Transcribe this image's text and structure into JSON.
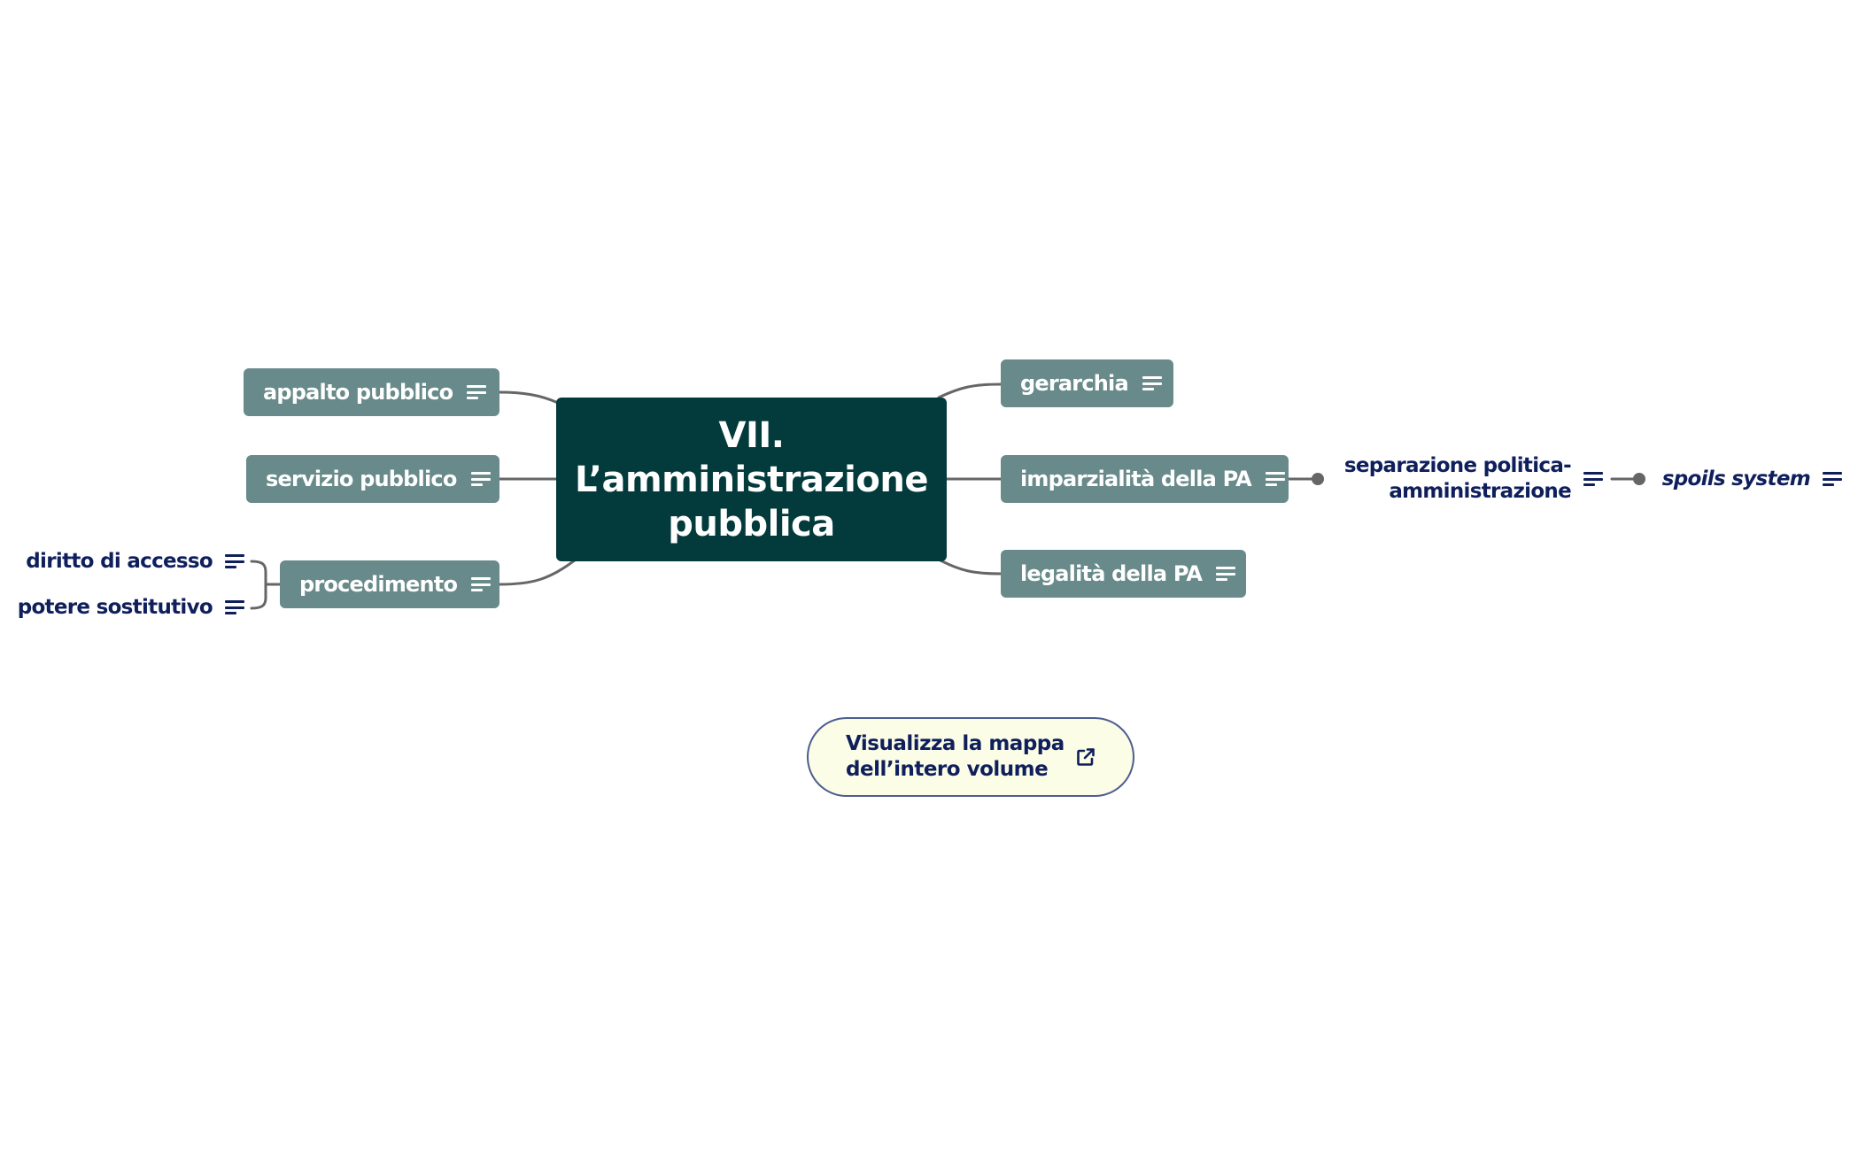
{
  "map": {
    "central": {
      "line1": "VII.",
      "line2": "L’amministrazione",
      "line3": "pubblica"
    },
    "left_topics": {
      "appalto": "appalto pubblico",
      "servizio": "servizio pubblico",
      "procedimento": "procedimento"
    },
    "right_topics": {
      "gerarchia": "gerarchia",
      "imparzialita": "imparzialità della PA",
      "legalita": "legalità della PA"
    },
    "subtopics": {
      "diritto_accesso": "diritto di accesso",
      "potere_sostitutivo": "potere sostitutivo",
      "separazione_line1": "separazione politica-",
      "separazione_line2": "amministrazione",
      "spoils_system": "spoils system"
    },
    "icons": {
      "notes": "notes-icon",
      "external_link": "external-link-icon"
    },
    "colors": {
      "central_bg": "#033b3c",
      "topic_bg": "#688a8a",
      "subtopic_text": "#0f1f5c",
      "connector": "#666666",
      "button_bg": "#fbfde6",
      "button_border": "#4d5d8f"
    }
  },
  "volume_button": {
    "line1": "Visualizza la mappa",
    "line2": "dell’intero volume"
  }
}
